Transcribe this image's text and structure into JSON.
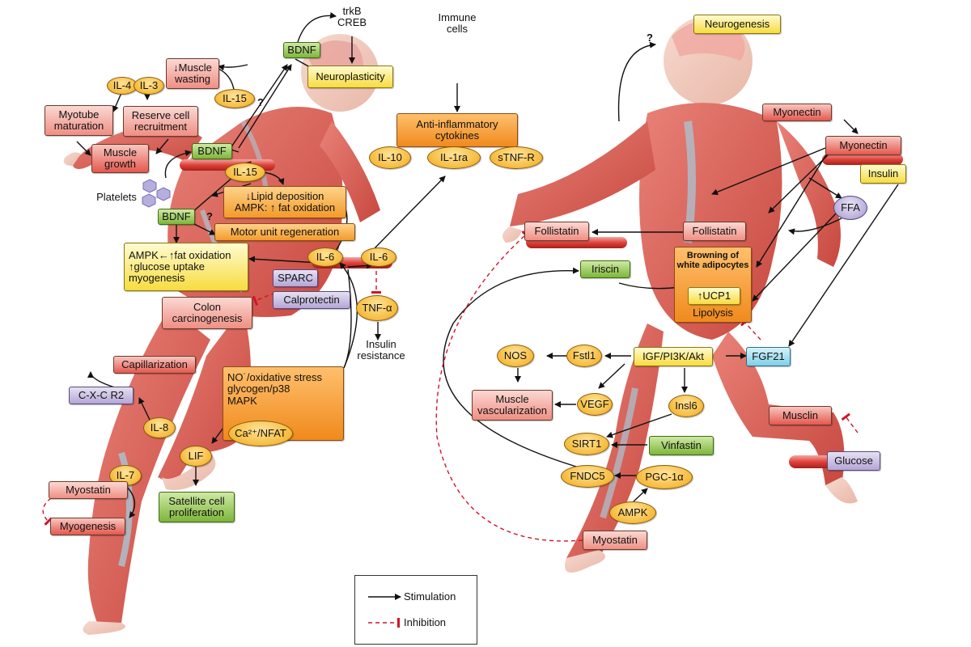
{
  "labels": {
    "trkb_creb": "trkB\nCREB",
    "immune_cells": "Immune\ncells",
    "bdnf_top": "BDNF",
    "neuroplasticity": "Neuroplasticity",
    "muscle_wasting": "↓Muscle\nwasting",
    "il4": "IL-4",
    "il3": "IL-3",
    "il15_top": "IL-15",
    "question_1": "?",
    "myotube_maturation": "Myotube\nmaturation",
    "reserve_cell_recruitment": "Reserve cell\nrecruitment",
    "muscle_growth": "Muscle\ngrowth",
    "bdnf_mid": "BDNF",
    "il15_mid": "IL-15",
    "platelets": "Platelets",
    "lipid_deposition": "↓Lipid deposition\nAMPK: ↑ fat oxidation",
    "bdnf_low": "BDNF",
    "question_2": "?",
    "motor_unit_regeneration": "Motor unit regeneration",
    "anti_inflammatory_cytokines": "Anti-inflammatory\ncytokines",
    "il10": "IL-10",
    "il1ra": "IL-1ra",
    "stnfr": "sTNF-R",
    "ampk_fat_oxidation": "AMPK←↑fat oxidation\n↑glucose uptake\nmyogenesis",
    "il6_left": "IL-6",
    "il6_right": "IL-6",
    "sparc": "SPARC",
    "calprotectin": "Calprotectin",
    "colon_carcinogenesis": "Colon\ncarcinogenesis",
    "tnf_alpha": "TNF-α",
    "insulin_resistance": "Insulin\nresistance",
    "capillarization": "Capillarization",
    "cxcr2": "C-X-C R2",
    "il8": "IL-8",
    "oxidative_stress": "NO˙/oxidative stress\nglycogen/p38\nMAPK",
    "ca_nfat": "Ca²⁺/NFAT",
    "lif": "LIF",
    "il7": "IL-7",
    "myostatin_left": "Myostatin",
    "myogenesis": "Myogenesis",
    "satellite_cell_proliferation": "Satellite cell\nproliferation",
    "question_3": "?",
    "neurogenesis": "Neurogenesis",
    "myonectin_top": "Myonectin",
    "myonectin_mid": "Myonectin",
    "insulin": "Insulin",
    "ffa": "FFA",
    "follistatin_left": "Follistatin",
    "follistatin_right": "Follistatin",
    "iriscin": "Iriscin",
    "browning": "Browning of\nwhite adipocytes",
    "ucp1": "↑UCP1",
    "lipolysis": "Lipolysis",
    "nos": "NOS",
    "fstl1": "Fstl1",
    "igf_pi3k_akt": "IGF/PI3K/Akt",
    "fgf21": "FGF21",
    "muscle_vascularization": "Muscle\nvascularization",
    "vegf": "VEGF",
    "insl6": "Insl6",
    "musclin": "Musclin",
    "sirt1": "SIRT1",
    "vinfastin": "Vinfastin",
    "glucose": "Glucose",
    "fndc5": "FNDC5",
    "pgc1a": "PGC-1α",
    "ampk": "AMPK",
    "myostatin_right": "Myostatin"
  },
  "legend": {
    "stimulation": "Stimulation",
    "inhibition": "Inhibition"
  },
  "colors": {
    "stimulation_arrow": "#111111",
    "inhibition_line": "#d0142a",
    "muscle_red": "#d9615a",
    "tendon_blue": "#a9c6d4"
  }
}
